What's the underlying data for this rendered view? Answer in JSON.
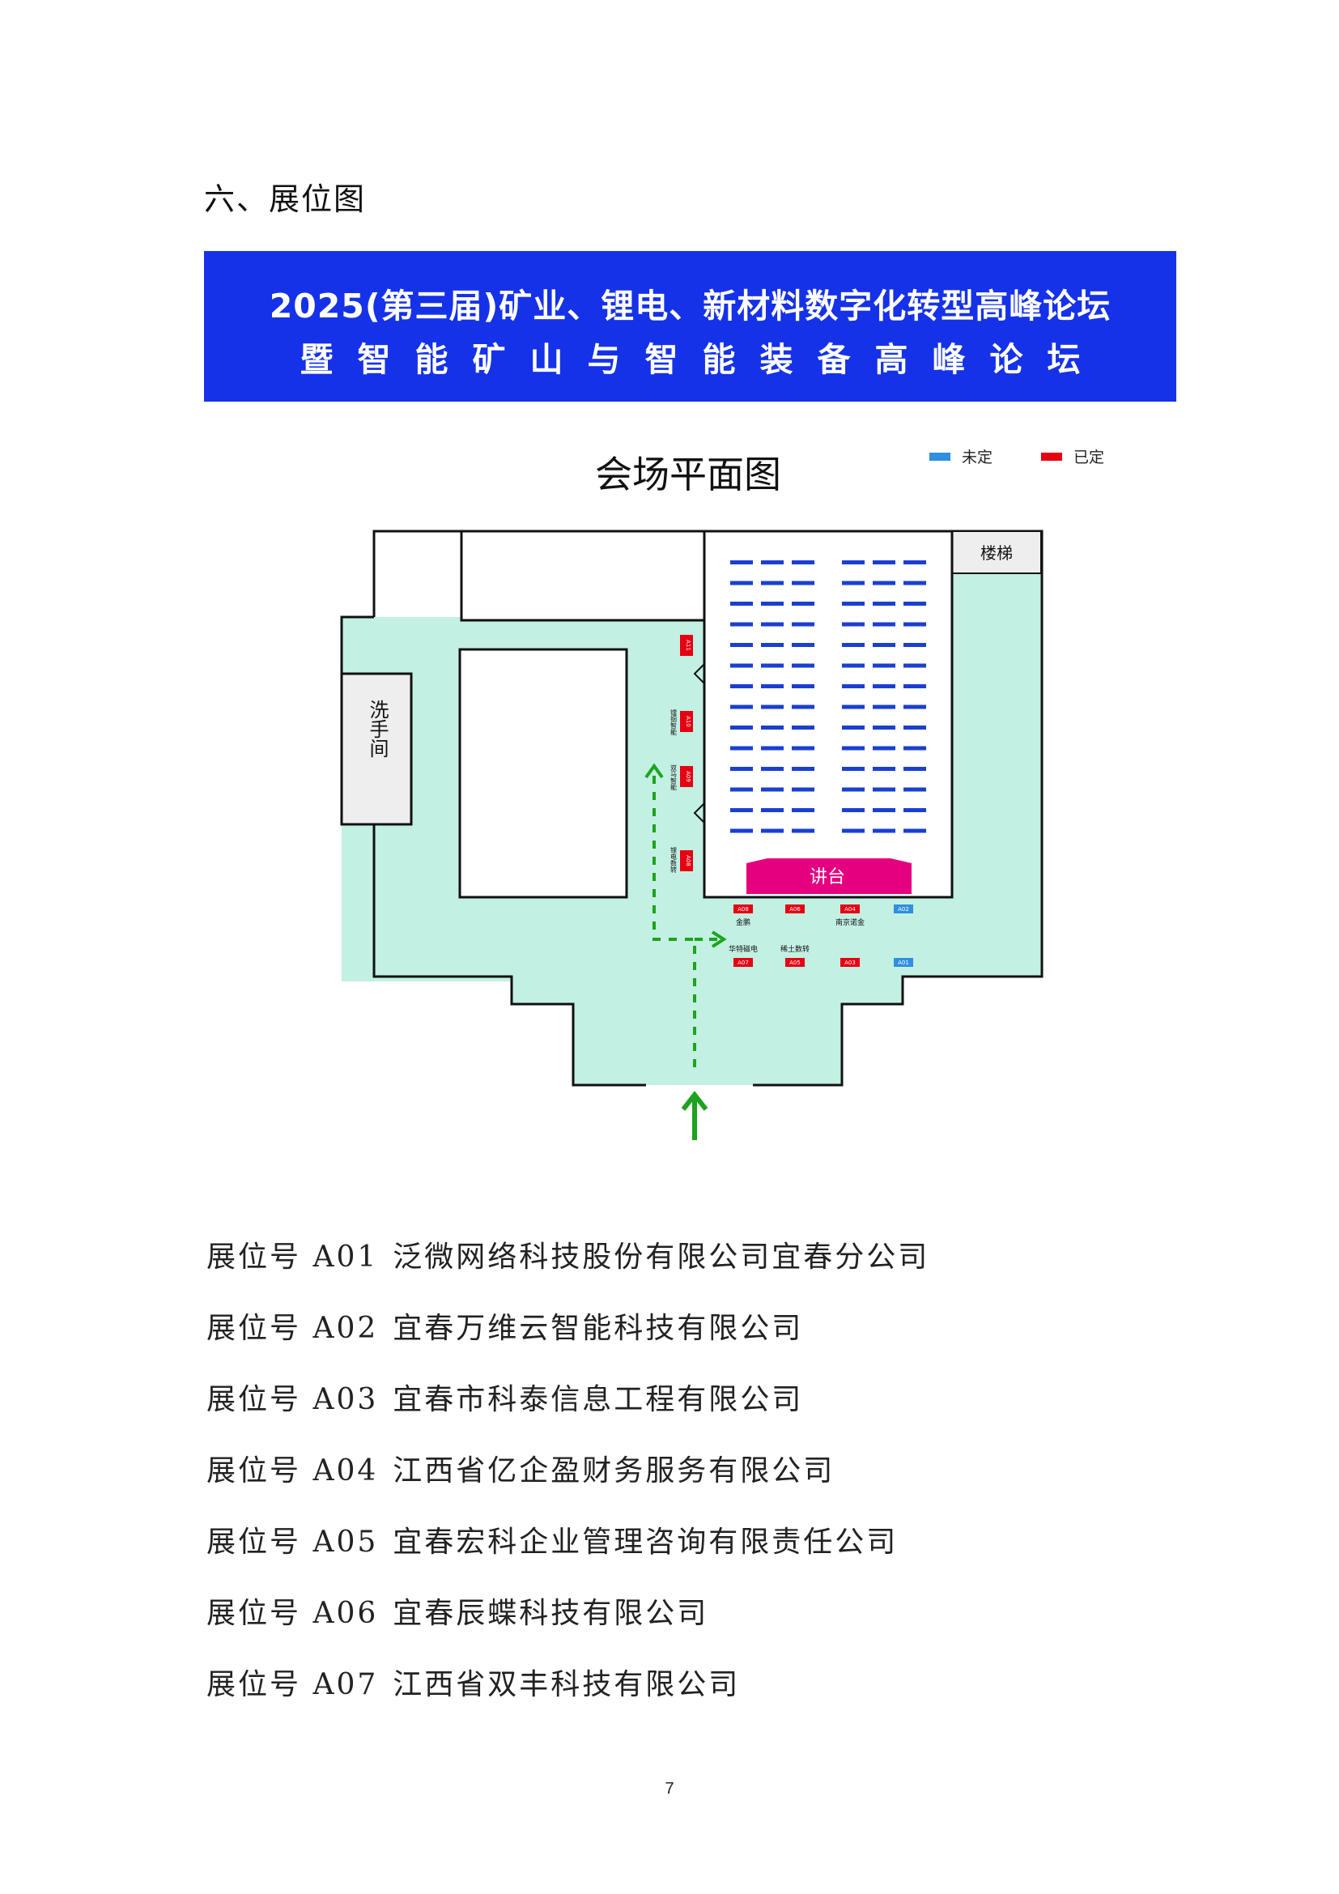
{
  "section_title": "六、展位图",
  "banner": {
    "line1": "2025(第三届)矿业、锂电、新材料数字化转型高峰论坛",
    "line2": "暨智能矿山与智能装备高峰论坛"
  },
  "floorplan": {
    "title": "会场平面图",
    "legend": [
      {
        "label": "未定",
        "color": "#2f8fe0"
      },
      {
        "label": "已定",
        "color": "#e60012"
      }
    ],
    "stairs_label": "楼梯",
    "restroom_label": "洗手间",
    "stage_label": "讲台",
    "colors": {
      "floor": "#c2f0e2",
      "seat": "#1a3fd1",
      "stage": "#e4007f",
      "booked": "#e60012",
      "open": "#2f8fe0",
      "path": "#1ea31e"
    },
    "side_booths": [
      {
        "code": "A11",
        "name": ""
      },
      {
        "code": "A10",
        "name": "镭铟智能"
      },
      {
        "code": "A09",
        "name": "双马智能"
      },
      {
        "code": "A08",
        "name": "锂电数转"
      }
    ],
    "top_row_booths": [
      {
        "code": "A08",
        "status": "booked",
        "name": "金鹏"
      },
      {
        "code": "A06",
        "status": "booked",
        "name": ""
      },
      {
        "code": "A04",
        "status": "booked",
        "name": "南京诺金"
      },
      {
        "code": "A02",
        "status": "open",
        "name": ""
      }
    ],
    "bottom_row_booths": [
      {
        "code": "A07",
        "status": "booked",
        "name": "华特磁电"
      },
      {
        "code": "A05",
        "status": "booked",
        "name": "稀土数转"
      },
      {
        "code": "A03",
        "status": "booked",
        "name": ""
      },
      {
        "code": "A01",
        "status": "open",
        "name": ""
      }
    ]
  },
  "exhibitors": [
    {
      "code": "展位号 A01",
      "company": "泛微网络科技股份有限公司宜春分公司"
    },
    {
      "code": "展位号 A02",
      "company": "宜春万维云智能科技有限公司"
    },
    {
      "code": "展位号 A03",
      "company": "宜春市科泰信息工程有限公司"
    },
    {
      "code": "展位号 A04",
      "company": "江西省亿企盈财务服务有限公司"
    },
    {
      "code": "展位号 A05",
      "company": "宜春宏科企业管理咨询有限责任公司"
    },
    {
      "code": "展位号 A06",
      "company": "宜春辰蝶科技有限公司"
    },
    {
      "code": "展位号 A07",
      "company": "江西省双丰科技有限公司"
    }
  ],
  "page_number": "7"
}
